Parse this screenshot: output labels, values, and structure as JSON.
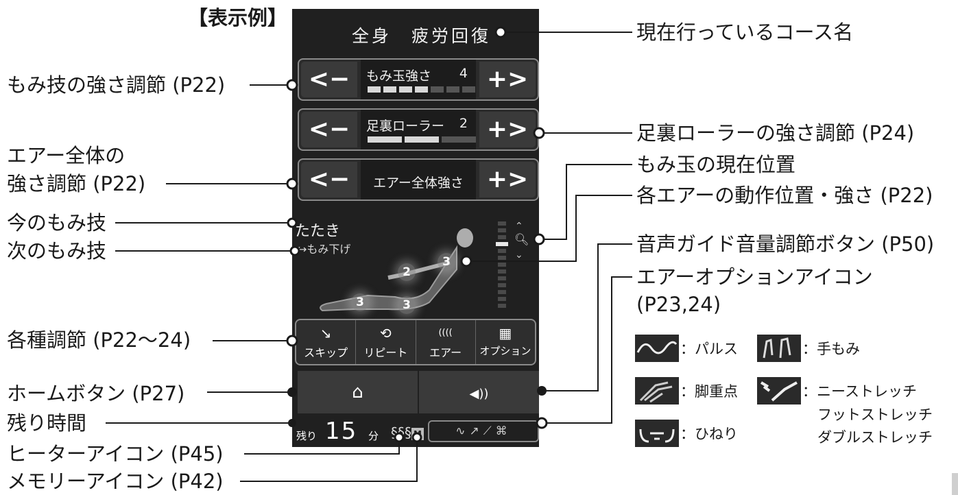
{
  "example_title": "【表示例】",
  "panel": {
    "course_name": "全身　疲労回復",
    "adjusters": {
      "momi": {
        "label": "もみ玉強さ",
        "value": "4",
        "level": 4,
        "max": 7,
        "minus": "<−",
        "plus": "+>"
      },
      "foot": {
        "label": "足裏ローラー",
        "value": "2",
        "level": 2,
        "max": 3,
        "minus": "<−",
        "plus": "+>"
      },
      "air": {
        "label": "エアー全体強さ",
        "minus": "<−",
        "plus": "+>"
      }
    },
    "current_technique": "たたき",
    "next_technique": "↪もみ下げ",
    "air_levels": [
      "2",
      "3",
      "3",
      "3"
    ],
    "tools": [
      {
        "icon": "skip-icon",
        "glyph": "↘",
        "label": "スキップ"
      },
      {
        "icon": "repeat-icon",
        "glyph": "⟲",
        "label": "リピート"
      },
      {
        "icon": "air-icon",
        "glyph": "((((",
        "label": "エアー"
      },
      {
        "icon": "option-icon",
        "glyph": "▦",
        "label": "オプション"
      }
    ],
    "home_glyph": "⌂",
    "volume_glyph": "◀))",
    "remain_label": "残り",
    "remain_minutes": "15",
    "remain_unit": "分",
    "heater_glyph": "§§§",
    "memory_glyph": "M",
    "option_icons_glyph": "∿↗⟋⌘"
  },
  "callouts_left": {
    "momi_strength": "もみ技の強さ調節 (P22)",
    "air_total_1": "エアー全体の",
    "air_total_2": "強さ調節 (P22)",
    "current": "今のもみ技",
    "next": "次のもみ技",
    "various": "各種調節 (P22〜24)",
    "home": "ホームボタン (P27)",
    "remain": "残り時間",
    "heater": "ヒーターアイコン (P45)",
    "memory": "メモリーアイコン (P42)"
  },
  "callouts_right": {
    "course": "現在行っているコース名",
    "foot_roller": "足裏ローラーの強さ調節 (P24)",
    "momi_position": "もみ玉の現在位置",
    "air_position": "各エアーの動作位置・強さ (P22)",
    "voice_guide": "音声ガイド音量調節ボタン (P50)",
    "air_option": "エアーオプションアイコン",
    "air_option_ref": "(P23,24)"
  },
  "option_legend": [
    {
      "icon": "pulse-icon",
      "label": "：パルス"
    },
    {
      "icon": "hand-massage-icon",
      "label": "：手もみ"
    },
    {
      "icon": "leg-focus-icon",
      "label": "：脚重点"
    },
    {
      "icon": "stretch-icon",
      "label": "：ニーストレッチ"
    },
    {
      "icon": "twist-icon",
      "label": "：ひねり"
    }
  ],
  "stretch_more": [
    "フットストレッチ",
    "ダブルストレッチ"
  ]
}
